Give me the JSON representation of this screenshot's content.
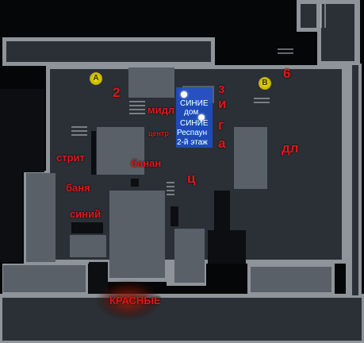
{
  "map": {
    "colors": {
      "background": "#050607",
      "wall": "#8e949a",
      "floor": "#2a3036",
      "floor_light": "#596068",
      "label": "#e01818",
      "blue_spawn": "#1f4fd0",
      "red_spawn_glow": "#8a1a0a",
      "bombsite": "#f0e000"
    },
    "labels": {
      "two": "2",
      "six": "6",
      "midl": "мидл",
      "center": "центр",
      "strit": "стрит",
      "banan": "банан",
      "banya": "баня",
      "siniy": "синий",
      "ts": "ц",
      "dl": "дл",
      "z": "з",
      "i": "и",
      "g": "г",
      "a": "а",
      "red": "КРАСНЫЕ"
    },
    "blue_spawn": {
      "line1": "СИНИЕ",
      "line2": "дом",
      "line3": "СИНИЕ",
      "line4": "Респаун",
      "line5": "2-й этаж"
    },
    "bombsites": {
      "a_label": "A",
      "b_label": "B"
    }
  }
}
